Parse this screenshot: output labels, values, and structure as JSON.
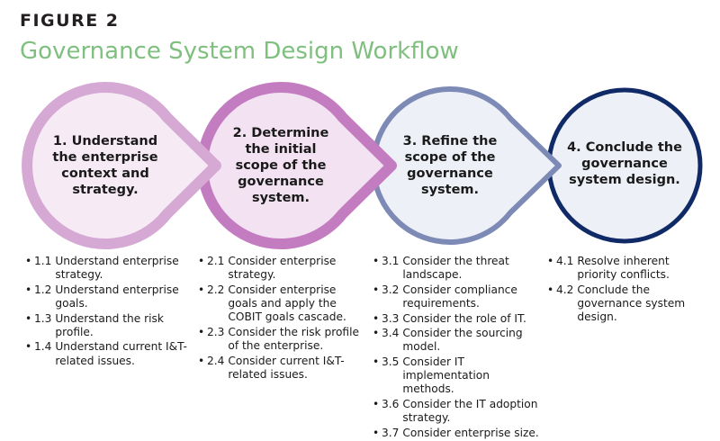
{
  "figure": {
    "label": "FIGURE 2",
    "title": "Governance System Design Workflow"
  },
  "colors": {
    "title_green": "#7fbf7f",
    "step1_ring": "#d6a8d4",
    "step1_fill": "#f6eaf5",
    "step2_ring": "#c47cc0",
    "step2_fill": "#f3e3f2",
    "step3_ring": "#7d8ab5",
    "step3_fill": "#eef0f7",
    "step4_ring": "#0f2a66",
    "step4_fill": "#eef0f7"
  },
  "steps": [
    {
      "lines": [
        "1. Understand",
        "the enterprise",
        "context and",
        "strategy."
      ],
      "items": [
        {
          "num": "1.1",
          "text": "Understand enterprise strategy."
        },
        {
          "num": "1.2",
          "text": "Understand enterprise goals."
        },
        {
          "num": "1.3",
          "text": "Understand the risk profile."
        },
        {
          "num": "1.4",
          "text": "Understand current I&T-related issues."
        }
      ]
    },
    {
      "lines": [
        "2. Determine",
        "the initial",
        "scope of the",
        "governance",
        "system."
      ],
      "items": [
        {
          "num": "2.1",
          "text": "Consider enterprise strategy."
        },
        {
          "num": "2.2",
          "text": "Consider enterprise goals and apply the COBIT goals cascade."
        },
        {
          "num": "2.3",
          "text": "Consider the risk profile of the enterprise."
        },
        {
          "num": "2.4",
          "text": "Consider current I&T-related issues."
        }
      ]
    },
    {
      "lines": [
        "3. Refine the",
        "scope of the",
        "governance",
        "system."
      ],
      "items": [
        {
          "num": "3.1",
          "text": "Consider the threat landscape."
        },
        {
          "num": "3.2",
          "text": "Consider compliance requirements."
        },
        {
          "num": "3.3",
          "text": "Consider the role of IT."
        },
        {
          "num": "3.4",
          "text": "Consider the sourcing model."
        },
        {
          "num": "3.5",
          "text": "Consider IT implementation methods."
        },
        {
          "num": "3.6",
          "text": "Consider the IT adoption strategy."
        },
        {
          "num": "3.7",
          "text": "Consider enterprise size."
        }
      ]
    },
    {
      "lines": [
        "4. Conclude the",
        "governance",
        "system design."
      ],
      "items": [
        {
          "num": "4.1",
          "text": "Resolve inherent priority conflicts."
        },
        {
          "num": "4.2",
          "text": "Conclude the governance system design."
        }
      ]
    }
  ]
}
